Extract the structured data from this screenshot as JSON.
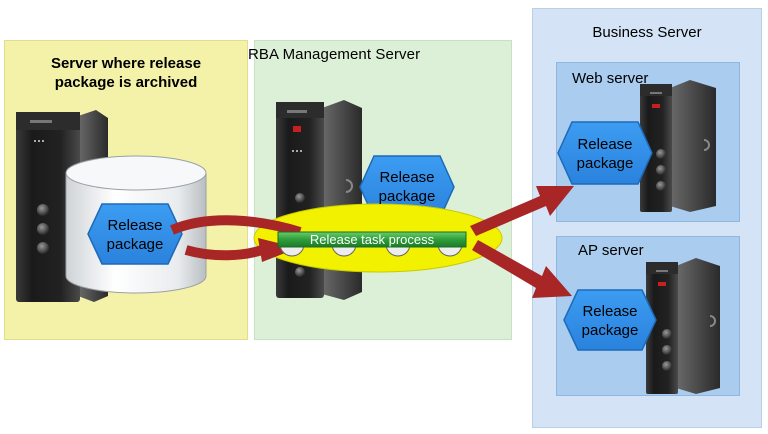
{
  "archive_panel": {
    "title_line1": "Server where release",
    "title_line2": "package is archived",
    "package_line1": "Release",
    "package_line2": "package"
  },
  "rba_panel": {
    "title": "RBA Management Server",
    "package_line1": "Release",
    "package_line2": "package",
    "process_label": "Release task process"
  },
  "business_panel": {
    "title": "Business Server",
    "web": {
      "title": "Web server",
      "package_line1": "Release",
      "package_line2": "package"
    },
    "ap": {
      "title": "AP server",
      "package_line1": "Release",
      "package_line2": "package"
    }
  },
  "colors": {
    "archive_bg": "#f4f2a8",
    "rba_bg": "#dcf0d8",
    "business_bg": "#d4e4f6",
    "sub_panel_bg": "#a9ccef",
    "hexagon": "#2f8fe8",
    "arrow": "#a82626",
    "ellipse": "#f2f200",
    "process_bar": "#2e9e3a"
  }
}
